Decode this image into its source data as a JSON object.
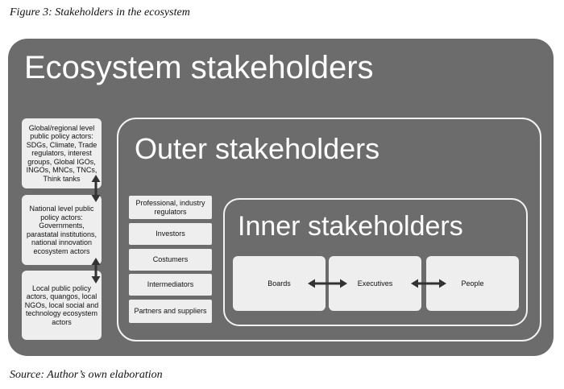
{
  "figure_caption": "Figure 3: Stakeholders in the ecosystem",
  "source_caption": "Source: Author’s own elaboration",
  "ecosystem": {
    "title": "Ecosystem stakeholders",
    "policy_levels": [
      "Global/regional level public policy actors: SDGs, Climate, Trade regulators, interest groups, Global IGOs, INGOs, MNCs, TNCs, Think tanks",
      "National level public policy actors: Governments, parastatal institutions, national innovation ecosystem actors",
      "Local public policy actors, quangos, local NGOs, local social and technology ecosystem actors"
    ]
  },
  "outer": {
    "title": "Outer stakeholders",
    "items": [
      "Professional, industry regulators",
      "Investors",
      "Costumers",
      "Intermediators",
      "Partners and suppliers"
    ]
  },
  "inner": {
    "title": "Inner stakeholders",
    "items": [
      "Boards",
      "Executives",
      "People"
    ]
  },
  "colors": {
    "ecosystem_bg": "#6c6c6c",
    "box_fill": "#eeeeee",
    "border": "#f2f2f2",
    "arrow": "#333333"
  }
}
